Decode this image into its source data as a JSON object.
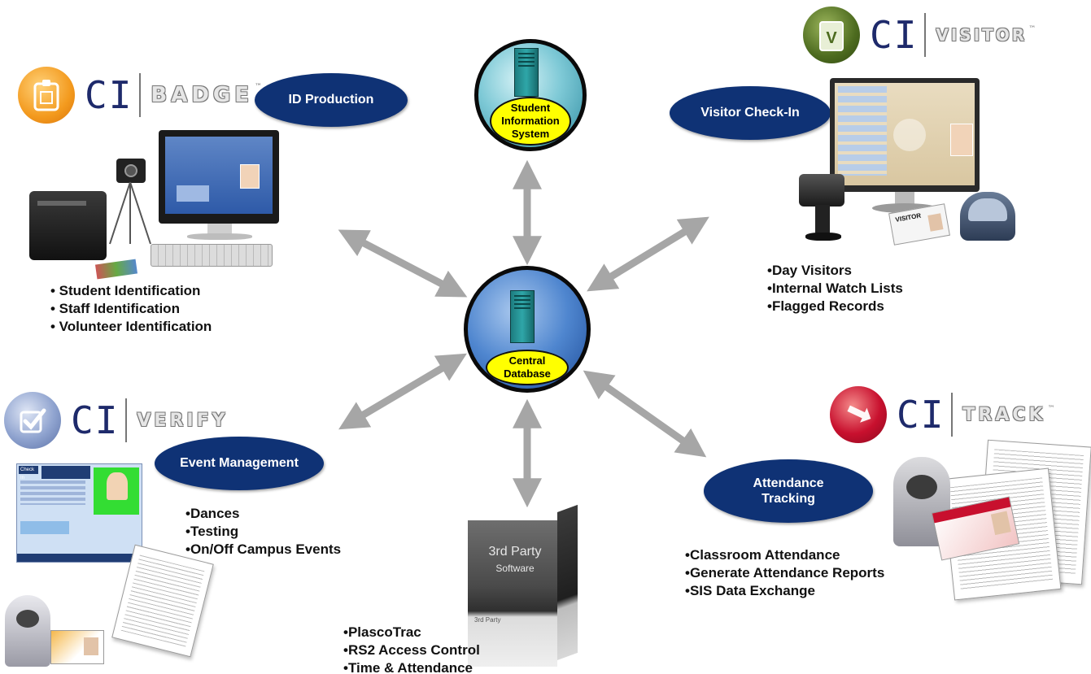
{
  "center": {
    "label": "Central\nDatabase"
  },
  "sis": {
    "label": "Student\nInformation\nSystem"
  },
  "badge": {
    "ci": "CI",
    "word": "BADGE",
    "tm": "™",
    "oval": "ID Production",
    "bullets": [
      "• Student Identification",
      "• Staff Identification",
      "• Volunteer  Identification"
    ]
  },
  "visitor": {
    "ci": "CI",
    "word": "VISITOR",
    "tm": "™",
    "oval": "Visitor Check-In",
    "bullets": [
      "•Day Visitors",
      "•Internal Watch Lists",
      "•Flagged Records"
    ],
    "id_card_text": "VISITOR"
  },
  "verify": {
    "ci": "CI",
    "word": "VERIFY",
    "oval": "Event Management",
    "bullets": [
      "•Dances",
      "•Testing",
      "•On/Off Campus Events"
    ],
    "screen_tab": "Check In"
  },
  "track": {
    "ci": "CI",
    "word": "TRACK",
    "tm": "™",
    "oval": "Attendance\nTracking",
    "bullets": [
      "•Classroom Attendance",
      "•Generate Attendance Reports",
      "•SIS Data Exchange"
    ]
  },
  "third_party": {
    "box_title": "3rd Party",
    "box_subtitle": "Software",
    "box_footer": "3rd Party",
    "bullets": [
      "•PlascoTrac",
      "•RS2 Access Control",
      "•Time & Attendance"
    ]
  },
  "colors": {
    "oval_navy": "#0f3275",
    "tag_yellow": "#ffff00",
    "arrow_gray": "#a6a6a6",
    "ci_text": "#1e2a6b",
    "badge_orange": "#f39a1e",
    "visitor_green": "#4d6b1f",
    "verify_blue": "#6f86b8",
    "track_red": "#c8102e"
  },
  "icons": [
    "badge-logo-icon",
    "visitor-logo-icon",
    "verify-logo-icon",
    "track-logo-icon",
    "server-icon"
  ]
}
